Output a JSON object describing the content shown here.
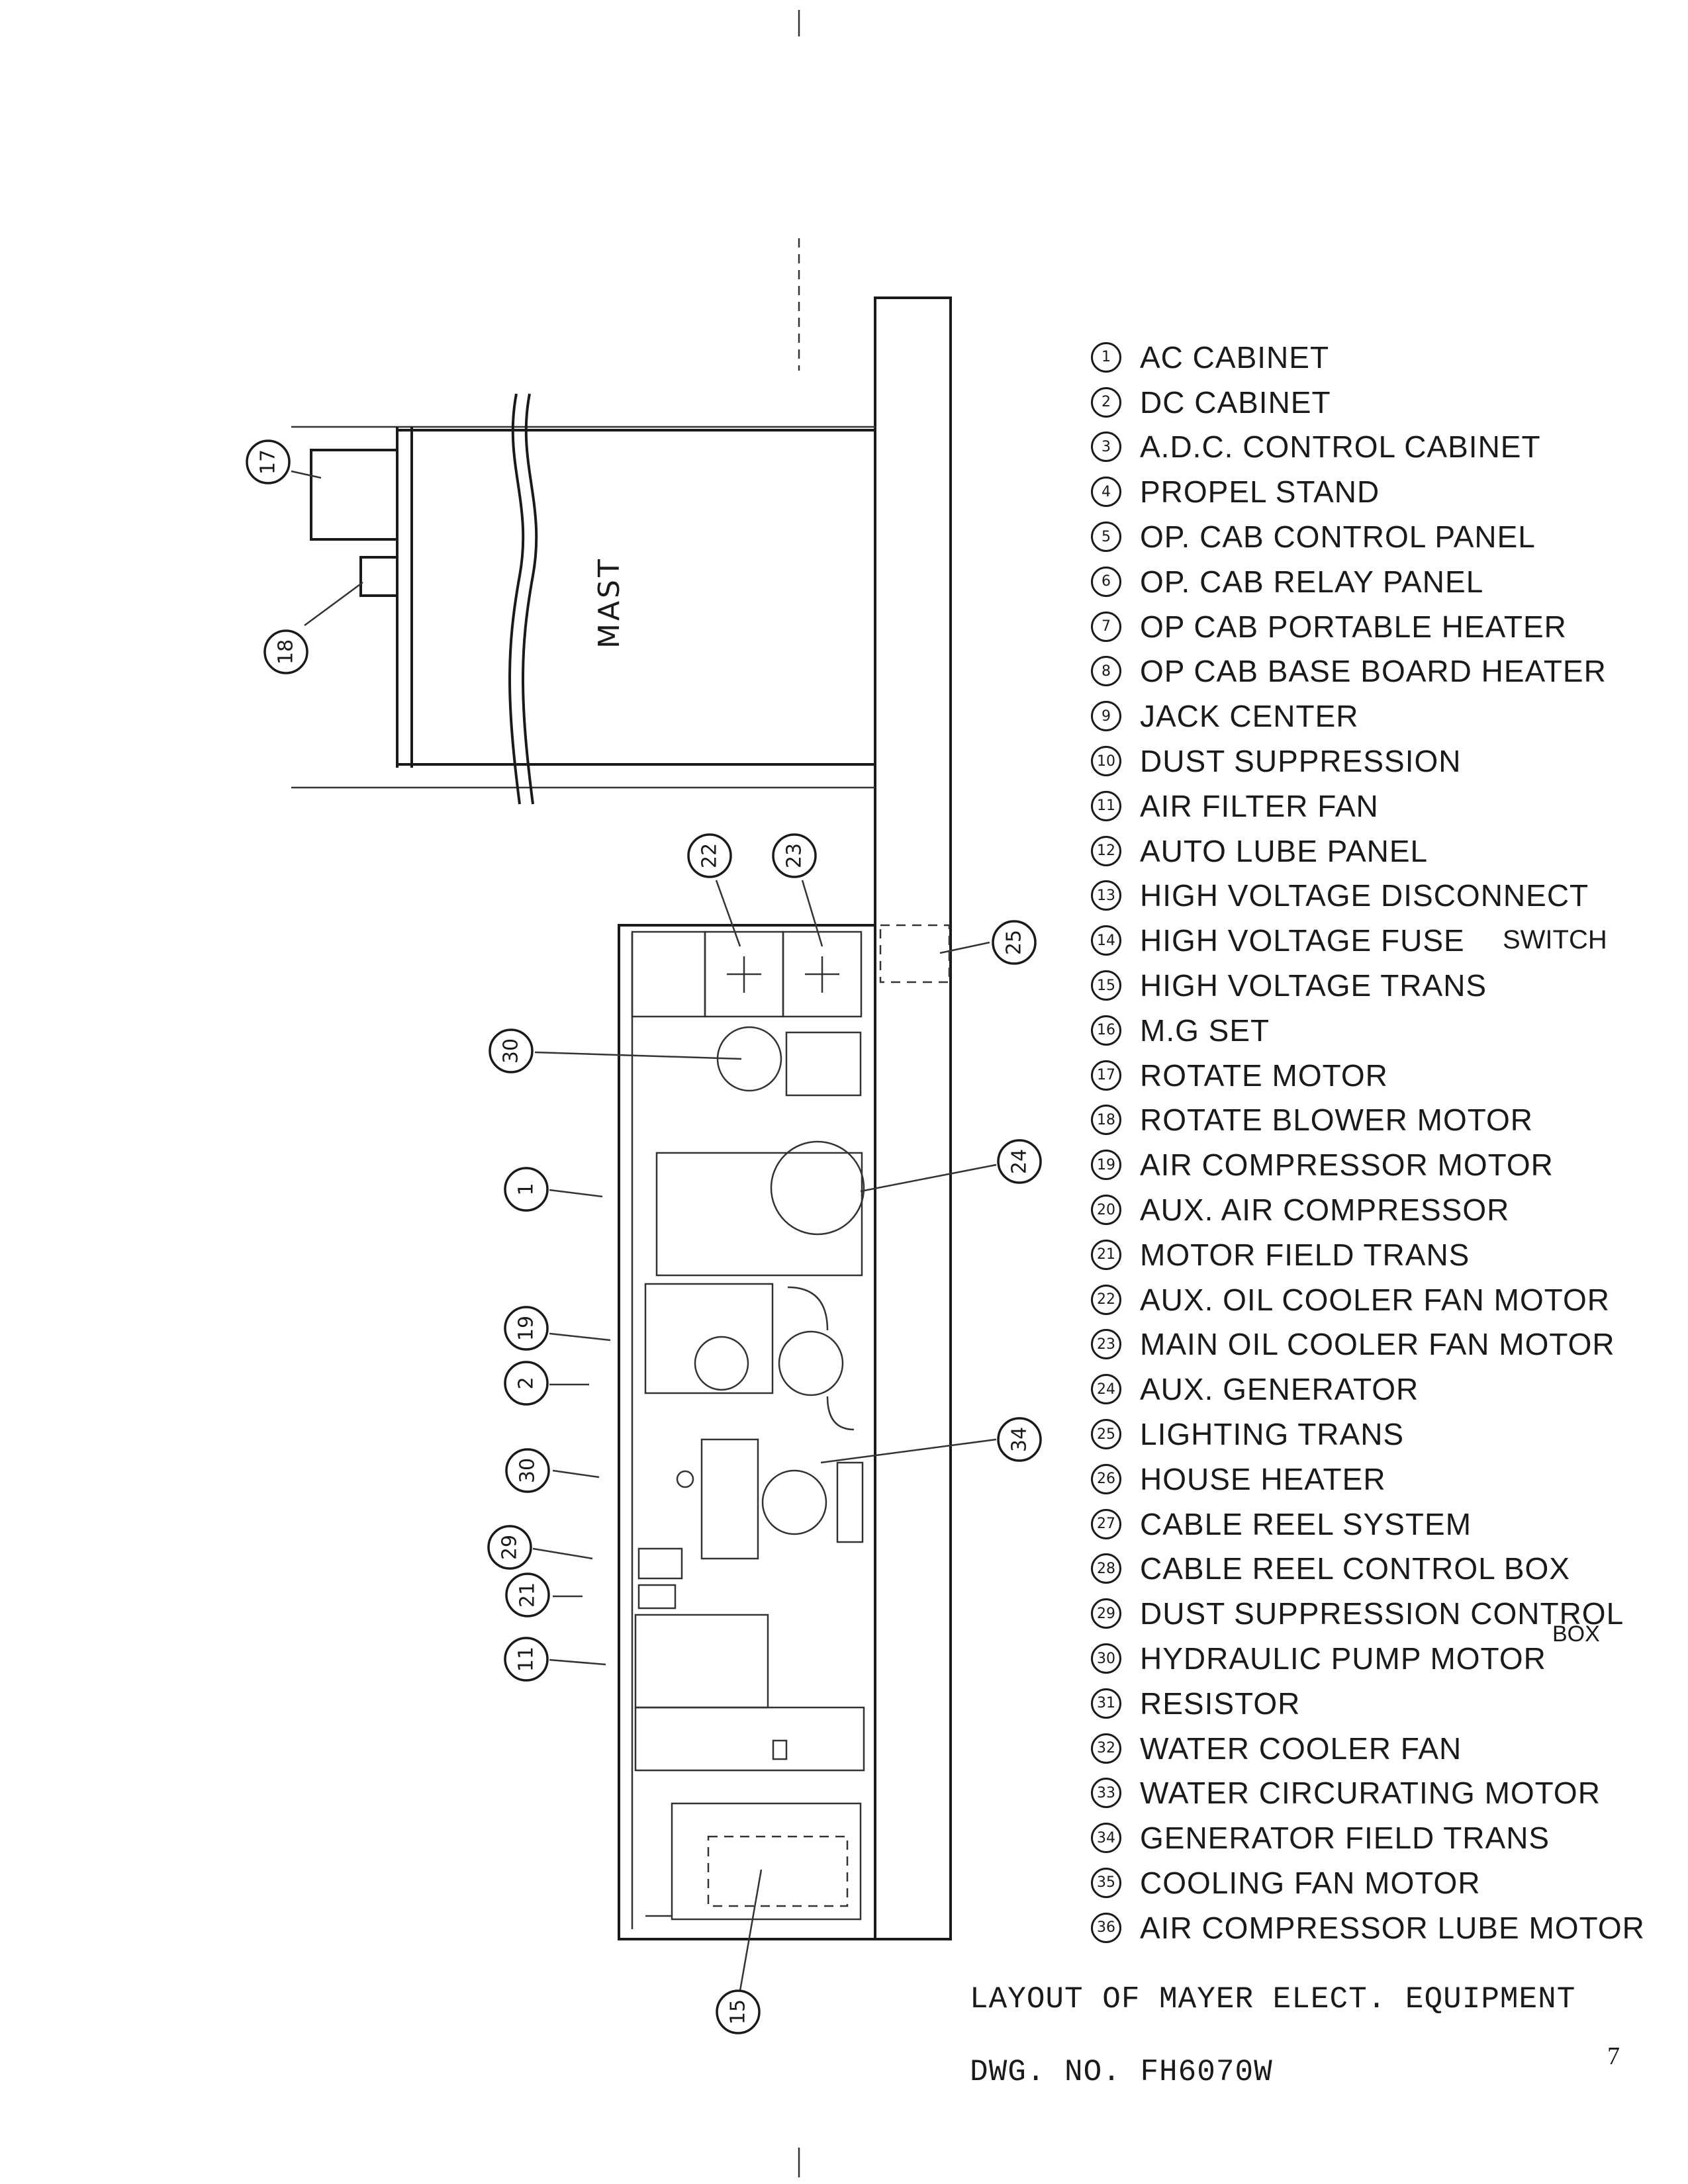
{
  "diagram": {
    "mast_label": "MAST",
    "callouts": [
      "17",
      "18",
      "22",
      "23",
      "25",
      "30",
      "24",
      "1",
      "19",
      "2",
      "34",
      "30",
      "29",
      "21",
      "11",
      "15"
    ]
  },
  "legend": [
    {
      "num": "1",
      "label": "AC CABINET"
    },
    {
      "num": "2",
      "label": "DC CABINET"
    },
    {
      "num": "3",
      "label": "A.D.C. CONTROL CABINET"
    },
    {
      "num": "4",
      "label": "PROPEL STAND"
    },
    {
      "num": "5",
      "label": "OP. CAB CONTROL PANEL"
    },
    {
      "num": "6",
      "label": "OP. CAB RELAY PANEL"
    },
    {
      "num": "7",
      "label": "OP CAB PORTABLE HEATER"
    },
    {
      "num": "8",
      "label": "OP CAB BASE BOARD HEATER"
    },
    {
      "num": "9",
      "label": "JACK CENTER"
    },
    {
      "num": "10",
      "label": "DUST SUPPRESSION"
    },
    {
      "num": "11",
      "label": "AIR FILTER FAN"
    },
    {
      "num": "12",
      "label": "AUTO LUBE PANEL"
    },
    {
      "num": "13",
      "label": "HIGH VOLTAGE DISCONNECT"
    },
    {
      "num": "14",
      "label": "HIGH VOLTAGE FUSE"
    },
    {
      "num": "15",
      "label": "HIGH VOLTAGE TRANS"
    },
    {
      "num": "16",
      "label": "M.G SET"
    },
    {
      "num": "17",
      "label": "ROTATE MOTOR"
    },
    {
      "num": "18",
      "label": "ROTATE BLOWER MOTOR"
    },
    {
      "num": "19",
      "label": "AIR COMPRESSOR MOTOR"
    },
    {
      "num": "20",
      "label": "AUX. AIR COMPRESSOR"
    },
    {
      "num": "21",
      "label": "MOTOR FIELD TRANS"
    },
    {
      "num": "22",
      "label": "AUX. OIL COOLER FAN MOTOR"
    },
    {
      "num": "23",
      "label": "MAIN OIL COOLER FAN MOTOR"
    },
    {
      "num": "24",
      "label": "AUX. GENERATOR"
    },
    {
      "num": "25",
      "label": "LIGHTING TRANS"
    },
    {
      "num": "26",
      "label": "HOUSE HEATER"
    },
    {
      "num": "27",
      "label": "CABLE REEL SYSTEM"
    },
    {
      "num": "28",
      "label": "CABLE REEL CONTROL BOX"
    },
    {
      "num": "29",
      "label": "DUST SUPPRESSION CONTROL"
    },
    {
      "num": "30",
      "label": "HYDRAULIC PUMP MOTOR"
    },
    {
      "num": "31",
      "label": "RESISTOR"
    },
    {
      "num": "32",
      "label": "WATER COOLER FAN"
    },
    {
      "num": "33",
      "label": "WATER CIRCURATING MOTOR"
    },
    {
      "num": "34",
      "label": "GENERATOR FIELD TRANS"
    },
    {
      "num": "35",
      "label": "COOLING FAN MOTOR"
    },
    {
      "num": "36",
      "label": "AIR COMPRESSOR LUBE MOTOR"
    }
  ],
  "notes": {
    "switch": "SWITCH",
    "box": "BOX"
  },
  "caption": {
    "title": "LAYOUT OF MAYER ELECT. EQUIPMENT",
    "drawing_no": "DWG. NO. FH6070W"
  },
  "page_number": "7"
}
